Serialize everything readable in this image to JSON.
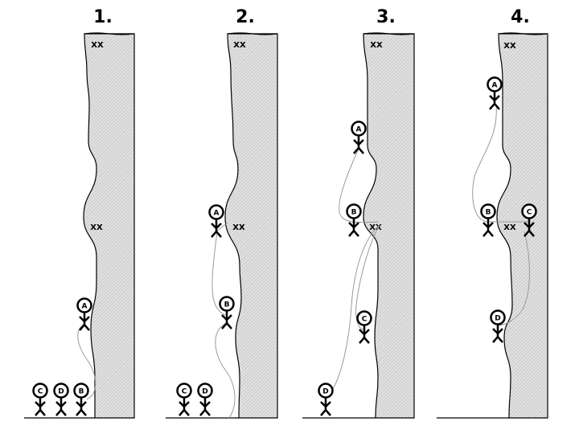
{
  "colors": {
    "rock": "#d4d4d4",
    "rope": "#9a9a9a",
    "ink": "#000000"
  },
  "panels": [
    {
      "title": "1.",
      "anchor_labels": [
        "XX",
        "XX"
      ],
      "climbers": [
        "A",
        "C",
        "D",
        "B"
      ]
    },
    {
      "title": "2.",
      "anchor_labels": [
        "XX",
        "XX"
      ],
      "climbers": [
        "A",
        "B",
        "C",
        "D"
      ]
    },
    {
      "title": "3.",
      "anchor_labels": [
        "XX",
        "XX"
      ],
      "climbers": [
        "A",
        "B",
        "C",
        "D"
      ]
    },
    {
      "title": "4.",
      "anchor_labels": [
        "XX",
        "XX"
      ],
      "climbers": [
        "A",
        "B",
        "C",
        "D"
      ]
    }
  ]
}
